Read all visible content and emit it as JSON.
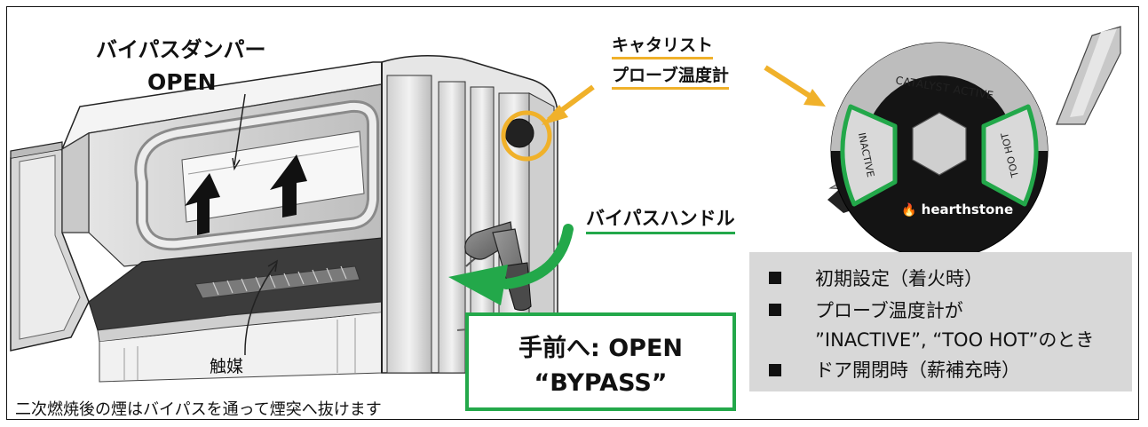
{
  "labels": {
    "bypass_damper": "バイパスダンパー",
    "bypass_damper_state": "OPEN",
    "probe_line1": "キャタリスト",
    "probe_line2": "プローブ温度計",
    "bypass_handle": "バイパスハンドル",
    "catalyst": "触媒",
    "smoke_note": "二次燃焼後の煙はバイパスを通って煙突へ抜けます"
  },
  "handle_box": {
    "line1": "手前へ: OPEN",
    "line2": "“BYPASS”"
  },
  "conditions": [
    "初期設定（着火時）",
    "プローブ温度計が",
    "”INACTIVE”, “TOO HOT”のとき",
    "ドア開閉時（薪補充時）"
  ],
  "gauge": {
    "top_label": "CATALYST ACTIVE",
    "left_label": "INACTIVE",
    "right_label": "TOO HOT",
    "brand": "hearthstone"
  },
  "colors": {
    "accent_orange": "#f0b12a",
    "accent_green": "#23a84a",
    "panel_grey": "#d8d8d8"
  }
}
